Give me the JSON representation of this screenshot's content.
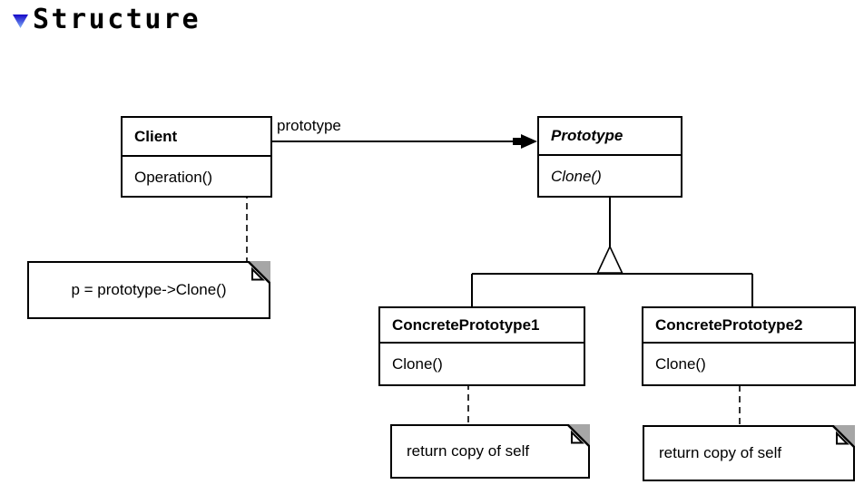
{
  "heading": {
    "title": "Structure",
    "marker_icon": "collapse-triangle",
    "marker_color_top": "#1507c8",
    "marker_color_bottom": "#7fb0f8"
  },
  "diagram": {
    "type": "uml-class-diagram",
    "pattern": "Prototype",
    "classes": [
      {
        "id": "client",
        "name": "Client",
        "name_style": "bold",
        "methods": [
          {
            "label": "Operation()",
            "style": "regular",
            "annotation_anchor": true
          }
        ]
      },
      {
        "id": "prototype",
        "name": "Prototype",
        "name_style": "bold-italic",
        "methods": [
          {
            "label": "Clone()",
            "style": "italic",
            "annotation_anchor": false
          }
        ]
      },
      {
        "id": "concrete1",
        "name": "ConcretePrototype1",
        "name_style": "bold",
        "methods": [
          {
            "label": "Clone()",
            "style": "regular",
            "annotation_anchor": true
          }
        ]
      },
      {
        "id": "concrete2",
        "name": "ConcretePrototype2",
        "name_style": "bold",
        "methods": [
          {
            "label": "Clone()",
            "style": "regular",
            "annotation_anchor": true
          }
        ]
      }
    ],
    "notes": [
      {
        "id": "note-client",
        "text": "p = prototype->Clone()",
        "attached_to": "Client.Operation()"
      },
      {
        "id": "note-concrete1",
        "text": "return copy of self",
        "attached_to": "ConcretePrototype1.Clone()"
      },
      {
        "id": "note-concrete2",
        "text": "return copy of self",
        "attached_to": "ConcretePrototype2.Clone()"
      }
    ],
    "edges": [
      {
        "type": "association",
        "label": "prototype",
        "from": "Client",
        "to": "Prototype",
        "arrowhead": "solid"
      },
      {
        "type": "inheritance",
        "from": "ConcretePrototype1",
        "to": "Prototype",
        "arrowhead": "hollow-triangle"
      },
      {
        "type": "inheritance",
        "from": "ConcretePrototype2",
        "to": "Prototype",
        "arrowhead": "hollow-triangle"
      }
    ],
    "colors": {
      "line": "#000000",
      "box_fill": "#ffffff",
      "note_fold_gray": "#a6a6a6",
      "background": "#ffffff"
    }
  }
}
